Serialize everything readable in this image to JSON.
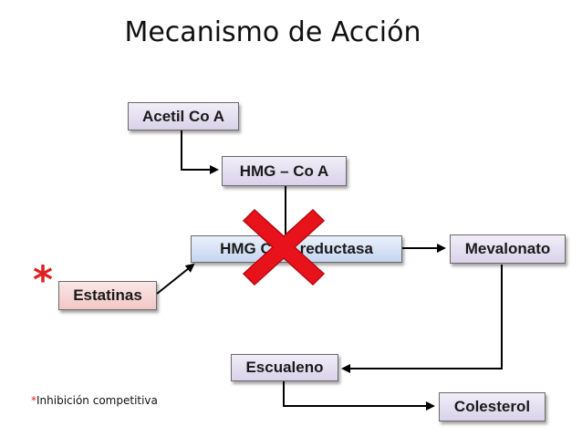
{
  "title": "Mecanismo de Acción",
  "nodes": {
    "acetil": "Acetil Co A",
    "hmg_coa": "HMG – Co A",
    "reductasa": "HMG Co A reductasa",
    "mevalonato": "Mevalonato",
    "estatinas": "Estatinas",
    "escualeno": "Escualeno",
    "colesterol": "Colesterol"
  },
  "asterisk": "*",
  "footnote": {
    "star": "*",
    "text": "Inhibición competitiva"
  },
  "colors": {
    "inhibition_cross": "#e8121b",
    "asterisk": "#e02020"
  }
}
